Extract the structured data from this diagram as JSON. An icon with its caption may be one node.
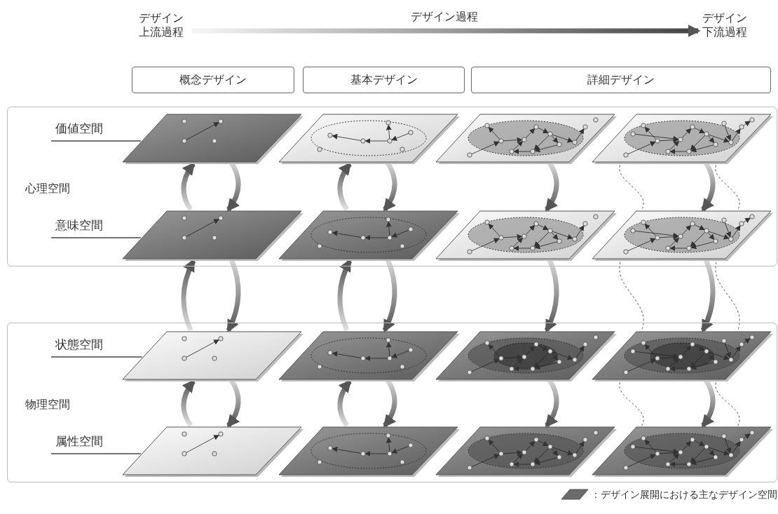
{
  "diagram": {
    "nodes": [
      {
        "text": [
          "デザイン上流過程"
        ]
      },
      {
        "text": [
          "デザイン下流過程"
        ]
      },
      {
        "text": [
          "概念デザイン"
        ]
      },
      {
        "text": [
          "基本デザイン"
        ]
      },
      {
        "text": [
          "詳細デザイン"
        ]
      },
      {
        "text": [
          "心理空間"
        ]
      },
      {
        "text": [
          "価値空間"
        ],
        "in": 5
      },
      {
        "text": [
          "意味空間"
        ],
        "in": 5
      },
      {
        "text": [],
        "shape": "parallelogram",
        "in": 5
      },
      {
        "text": [],
        "shape": "parallelogram",
        "in": 5
      },
      {
        "text": [],
        "shape": "parallelogram",
        "in": 5
      },
      {
        "text": [],
        "shape": "parallelogram",
        "in": 5
      },
      {
        "text": [],
        "shape": "parallelogram",
        "in": 5
      },
      {
        "text": [],
        "shape": "parallelogram",
        "in": 5
      },
      {
        "text": [],
        "shape": "parallelogram",
        "in": 5
      },
      {
        "text": [],
        "shape": "parallelogram",
        "in": 5
      },
      {
        "text": [
          "物理空間"
        ]
      },
      {
        "text": [
          "状態空間"
        ],
        "in": 16
      },
      {
        "text": [
          "属性空間"
        ],
        "in": 16
      },
      {
        "text": [],
        "shape": "parallelogram",
        "in": 16
      },
      {
        "text": [],
        "shape": "parallelogram",
        "in": 16
      },
      {
        "text": [],
        "shape": "parallelogram",
        "in": 16
      },
      {
        "text": [],
        "shape": "parallelogram",
        "in": 16
      },
      {
        "text": [],
        "shape": "parallelogram",
        "in": 16
      },
      {
        "text": [],
        "shape": "parallelogram",
        "in": 16
      },
      {
        "text": [],
        "shape": "parallelogram",
        "in": 16
      },
      {
        "text": [],
        "shape": "parallelogram",
        "in": 16
      }
    ],
    "edges": [
      {
        "from": 0,
        "to": 1,
        "arrow": "to",
        "label": "デザイン過程"
      },
      {
        "from": 6,
        "to": 8,
        "arrow": "none"
      },
      {
        "from": 7,
        "to": 12,
        "arrow": "none"
      },
      {
        "from": 17,
        "to": 19,
        "arrow": "none"
      },
      {
        "from": 18,
        "to": 23,
        "arrow": "none"
      },
      {
        "from": 12,
        "to": 8,
        "arrow": "to"
      },
      {
        "from": 8,
        "to": 12,
        "arrow": "to"
      },
      {
        "from": 19,
        "to": 12,
        "arrow": "to"
      },
      {
        "from": 12,
        "to": 19,
        "arrow": "to"
      },
      {
        "from": 23,
        "to": 19,
        "arrow": "to"
      },
      {
        "from": 19,
        "to": 23,
        "arrow": "to"
      },
      {
        "from": 13,
        "to": 9,
        "arrow": "to"
      },
      {
        "from": 9,
        "to": 13,
        "arrow": "to"
      },
      {
        "from": 20,
        "to": 13,
        "arrow": "to"
      },
      {
        "from": 13,
        "to": 20,
        "arrow": "to"
      },
      {
        "from": 24,
        "to": 20,
        "arrow": "to"
      },
      {
        "from": 20,
        "to": 24,
        "arrow": "to"
      },
      {
        "from": 10,
        "to": 14,
        "arrow": "to"
      },
      {
        "from": 14,
        "to": 21,
        "arrow": "to"
      },
      {
        "from": 21,
        "to": 25,
        "arrow": "to"
      },
      {
        "from": 11,
        "to": 15,
        "arrow": "to"
      },
      {
        "from": 15,
        "to": 22,
        "arrow": "to"
      },
      {
        "from": 22,
        "to": 26,
        "arrow": "to"
      },
      {
        "from": 11,
        "to": 15,
        "arrow": "none",
        "style": "dashed"
      },
      {
        "from": 11,
        "to": 15,
        "arrow": "none",
        "style": "dashed"
      },
      {
        "from": 15,
        "to": 22,
        "arrow": "none",
        "style": "dashed"
      },
      {
        "from": 15,
        "to": 22,
        "arrow": "none",
        "style": "dashed"
      },
      {
        "from": 22,
        "to": 26,
        "arrow": "none",
        "style": "dashed"
      },
      {
        "from": 22,
        "to": 26,
        "arrow": "none",
        "style": "dashed"
      }
    ],
    "legend": [
      {
        "text": "：デザイン展開における主なデザイン空間",
        "color": "#6b6b6b"
      }
    ]
  }
}
